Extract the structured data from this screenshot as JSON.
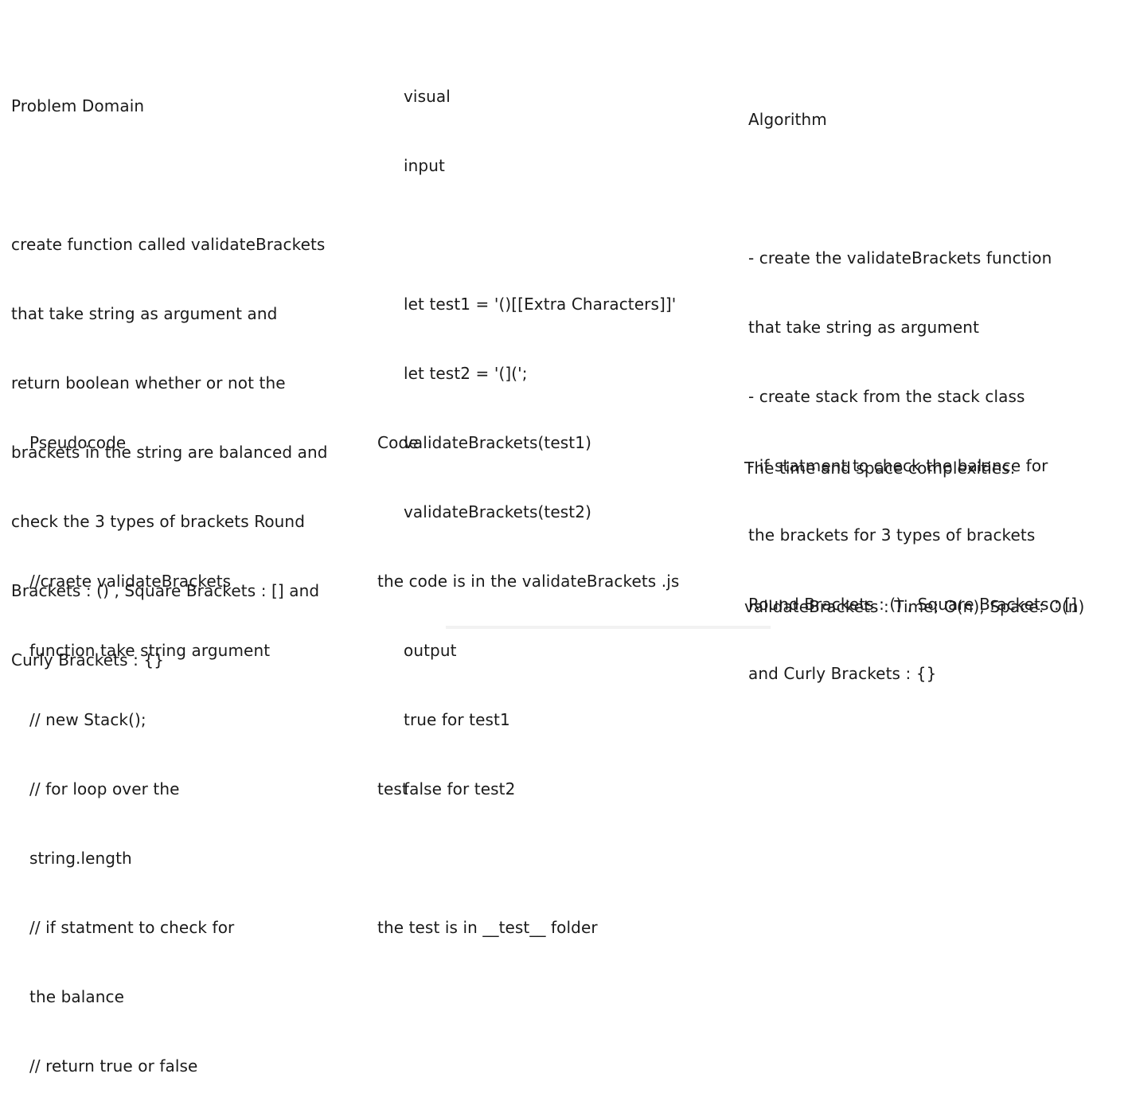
{
  "problem_domain": {
    "lines": [
      "Problem Domain",
      "",
      "create function called validateBrackets",
      "that take string as argument and",
      "return boolean whether or not the",
      "brackets in the string are balanced and",
      "check the 3 types of brackets Round",
      "Brackets : () , Square Brackets : [] and",
      "Curly Brackets : {}"
    ]
  },
  "visual_input": {
    "lines": [
      "visual",
      "input",
      "",
      "let test1 = '()[[Extra Characters]]'",
      "let test2 = '(](';",
      "validateBrackets(test1)",
      "validateBrackets(test2)",
      "",
      "output",
      "true for test1",
      "false for test2"
    ]
  },
  "algorithm": {
    "lines": [
      "Algorithm",
      "",
      "- create the validateBrackets function",
      "that take string as argument",
      "- create stack from the stack class",
      "- if statment to check the balance for",
      "the brackets for 3 types of brackets",
      "Round Brackets : () , Square Brackets : []",
      "and Curly Brackets : {}"
    ]
  },
  "pseudocode": {
    "lines": [
      "Pseudocode",
      "",
      "//craete validateBrackets",
      "function take string argument",
      "// new Stack();",
      "// for loop over the",
      "string.length",
      "// if statment to check for",
      "the balance",
      "// return true or false"
    ]
  },
  "code": {
    "lines": [
      "Code",
      "",
      "the code is in the validateBrackets .js",
      "",
      "",
      "test",
      "",
      "the test is in __test__ folder"
    ]
  },
  "complexity": {
    "lines": [
      "The time and space complexities:",
      "",
      "validateBrackets : Time: O(n), Space: O(n)"
    ]
  }
}
